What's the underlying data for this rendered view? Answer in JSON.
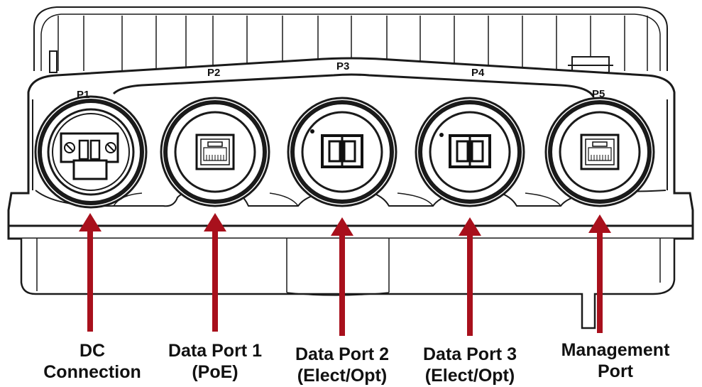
{
  "port_labels": {
    "p1": "P1",
    "p2": "P2",
    "p3": "P3",
    "p4": "P4",
    "p5": "P5"
  },
  "callouts": {
    "dc": {
      "line1": "DC",
      "line2": "Connection"
    },
    "data1": {
      "line1": "Data Port 1",
      "line2": "(PoE)"
    },
    "data2": {
      "line1": "Data Port 2",
      "line2": "(Elect/Opt)"
    },
    "data3": {
      "line1": "Data Port 3",
      "line2": "(Elect/Opt)"
    },
    "mgmt": {
      "line1": "Management",
      "line2": "Port"
    }
  },
  "colors": {
    "arrow": "#a8101c",
    "outline": "#1a1a1a",
    "body": "#ffffff",
    "label_text": "#111111"
  },
  "icons": [
    "dc-terminal-block-icon",
    "rj45-jack-icon",
    "sfp-duplex-cage-icon"
  ]
}
